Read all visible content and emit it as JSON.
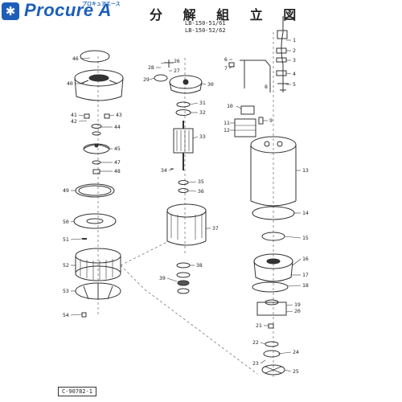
{
  "brand": {
    "badge": "✱",
    "name": "Procure A",
    "kana": "プロキュアエース"
  },
  "title": "分 解 組 立 図",
  "models": [
    "LB-150-51/61",
    "LB-150-52/62"
  ],
  "drawing_code": "C-90782-1",
  "callouts": [
    "1",
    "2",
    "3",
    "4",
    "5",
    "6",
    "7",
    "8",
    "9",
    "10",
    "11",
    "12",
    "13",
    "14",
    "15",
    "16",
    "17",
    "18",
    "19",
    "20",
    "21",
    "22",
    "23",
    "24",
    "25",
    "26",
    "27",
    "28",
    "29",
    "30",
    "31",
    "32",
    "33",
    "34",
    "35",
    "36",
    "37",
    "38",
    "39",
    "40",
    "41",
    "42",
    "43",
    "44",
    "45",
    "46",
    "47",
    "48",
    "49",
    "50",
    "51",
    "52",
    "53",
    "54"
  ],
  "colors": {
    "brand": "#1d5fb8",
    "ink": "#222222"
  }
}
